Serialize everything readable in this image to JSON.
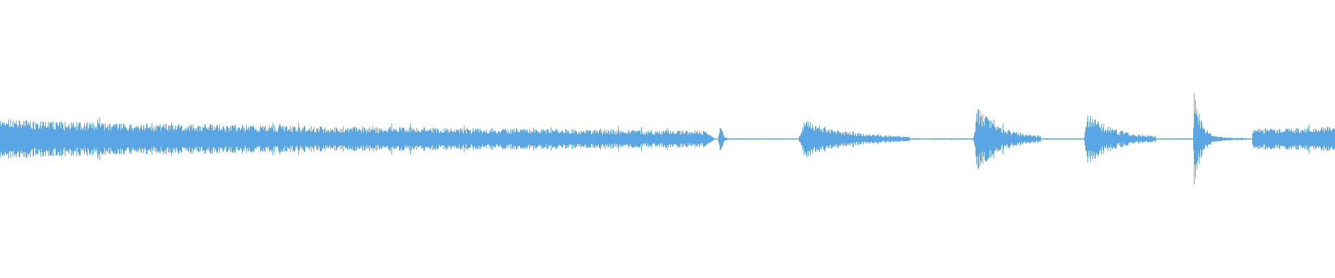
{
  "waveform": {
    "color": "#5aa5e3",
    "background": "#ffffff",
    "amplitude_profile": [
      0.095,
      0.108,
      0.1,
      0.097,
      0.092,
      0.09,
      0.087,
      0.085,
      0.082,
      0.08,
      0.083,
      0.079,
      0.077,
      0.075,
      0.073,
      0.071,
      0.069,
      0.067,
      0.066,
      0.066,
      0.064,
      0.063,
      0.062,
      0.061,
      0.06,
      0.059,
      0.058,
      0.057,
      0.056,
      0.055,
      0.054,
      0.053,
      0.052,
      0.051,
      0.05,
      0.049,
      0.048,
      0.047,
      0.046,
      0.045,
      0.044,
      0.043,
      0.042,
      0.041,
      0.04,
      0.039,
      0.038,
      0.037,
      0.036,
      0.035,
      0.034,
      0.033,
      0.032,
      0.031,
      0.03,
      0.029,
      0.028,
      0.027,
      0.026,
      0.025,
      0.024,
      0.023,
      0.022,
      0.021,
      0.02,
      0.019,
      0.018,
      0.017,
      0.016,
      0.015,
      0.014,
      0.013,
      0.012,
      0.011,
      0.01,
      0.009,
      0.008,
      0.007,
      0.006,
      0.005
    ],
    "segments": [
      {
        "start": 0.0,
        "end": 0.528,
        "start_amp": 0.11,
        "end_amp": 0.045,
        "peak_amp": 0.125,
        "envelope": "decay_long",
        "noise": 0.35
      },
      {
        "start": 0.528,
        "end": 0.535,
        "start_amp": 0.045,
        "end_amp": 0.01,
        "peak_amp": 0.045,
        "envelope": "fade",
        "noise": 0.25
      },
      {
        "start": 0.538,
        "end": 0.545,
        "start_amp": 0.06,
        "end_amp": 0.008,
        "peak_amp": 0.065,
        "envelope": "spike",
        "noise": 0.3
      },
      {
        "start": 0.598,
        "end": 0.682,
        "start_amp": 0.095,
        "end_amp": 0.006,
        "peak_amp": 0.105,
        "envelope": "attack_decay",
        "noise": 0.35
      },
      {
        "start": 0.729,
        "end": 0.78,
        "start_amp": 0.15,
        "end_amp": 0.006,
        "peak_amp": 0.165,
        "envelope": "attack_decay",
        "noise": 0.4
      },
      {
        "start": 0.812,
        "end": 0.866,
        "start_amp": 0.13,
        "end_amp": 0.006,
        "peak_amp": 0.14,
        "envelope": "attack_decay",
        "noise": 0.4
      },
      {
        "start": 0.894,
        "end": 0.932,
        "start_amp": 0.26,
        "end_amp": 0.006,
        "peak_amp": 0.265,
        "envelope": "spike_decay",
        "noise": 0.35
      },
      {
        "start": 0.938,
        "end": 1.0,
        "start_amp": 0.055,
        "end_amp": 0.065,
        "peak_amp": 0.08,
        "envelope": "sustain",
        "noise": 0.35
      }
    ],
    "silence_floor": 0.004
  }
}
